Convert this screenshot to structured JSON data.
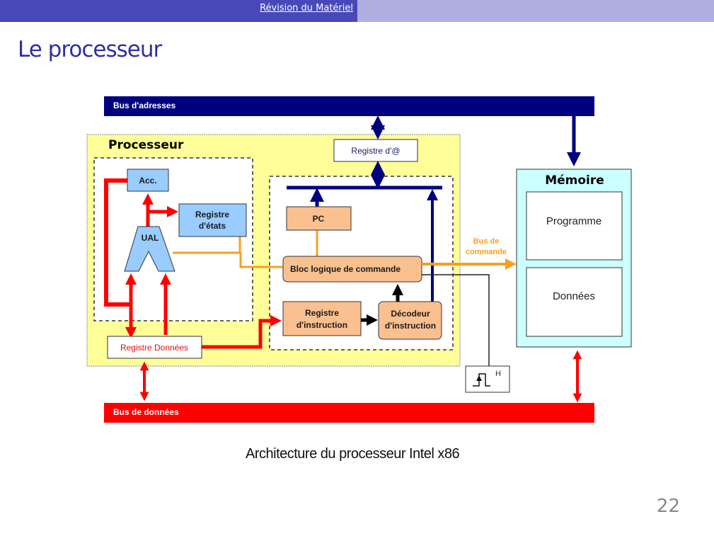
{
  "header": {
    "section_link": "Révision du Matériel",
    "title": "Le processeur"
  },
  "diagram": {
    "address_bus": {
      "label": "Bus d'adresses",
      "color": "#000080"
    },
    "data_bus": {
      "label": "Bus de données",
      "color": "#ff0000"
    },
    "command_bus": {
      "label_line1": "Bus de",
      "label_line2": "commande",
      "color": "#f7a020"
    },
    "processor": {
      "label": "Processeur",
      "background": "#ffff99",
      "accumulator": "Acc.",
      "status_register_line1": "Registre",
      "status_register_line2": "d'états",
      "alu": "UAL",
      "data_register": "Registre Données",
      "address_register": "Registre d'@",
      "program_counter": "PC",
      "control_logic": "Bloc logique de commande",
      "instruction_register_line1": "Registre",
      "instruction_register_line2": "d'instruction",
      "instruction_decoder_line1": "Décodeur",
      "instruction_decoder_line2": "d'instruction"
    },
    "memory": {
      "label": "Mémoire",
      "background": "#ccffff",
      "program": "Programme",
      "data": "Données"
    },
    "clock": {
      "label": "H"
    }
  },
  "caption": "Architecture du processeur Intel x86",
  "page_number": "22"
}
